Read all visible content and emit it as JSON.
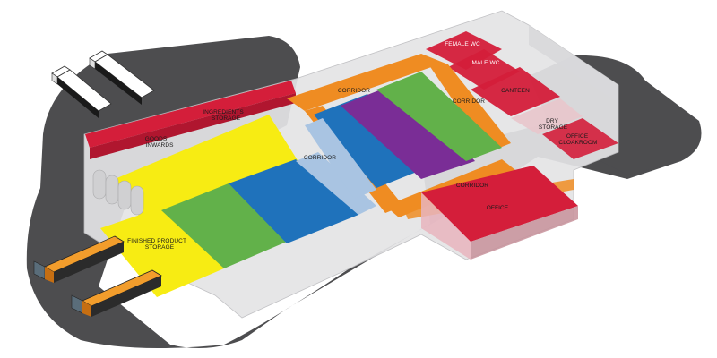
{
  "labels": {
    "goods_inwards": [
      "GOODS",
      "INWARDS"
    ],
    "ingredients_storage": [
      "INGREDIENTS",
      "STORAGE"
    ],
    "corridor_top_left": "CORRIDOR",
    "corridor_top_right": "CORRIDOR",
    "corridor_mid": "CORRIDOR",
    "corridor_lower": "CORRIDOR",
    "female_wc": "FEMALE WC",
    "male_wc": "MALE WC",
    "canteen": "CANTEEN",
    "dry_storage": [
      "DRY",
      "STORAGE"
    ],
    "office_cloakroom": [
      "OFFICE",
      "CLOAKROOM"
    ],
    "office": "OFFICE",
    "finished_product_storage": [
      "FINISHED PRODUCT",
      "STORAGE"
    ]
  },
  "colors": {
    "ground": "#4d4d4f",
    "wall": "#e4e4e6",
    "wall_edge": "#bdbdc0",
    "red_zone": "#d41e3a",
    "yellow_zone": "#f7ec13",
    "green_zone": "#62b14a",
    "blue_zone": "#1f72bb",
    "light_blue_zone": "#a9c4e2",
    "purple_zone": "#7a2d96",
    "orange_corridor": "#ef8c22",
    "truck_cab": "#ffffff",
    "truck_trailer_orange": "#f29d2c"
  },
  "icons": [
    "delivery-truck-icon",
    "silo-icon"
  ]
}
